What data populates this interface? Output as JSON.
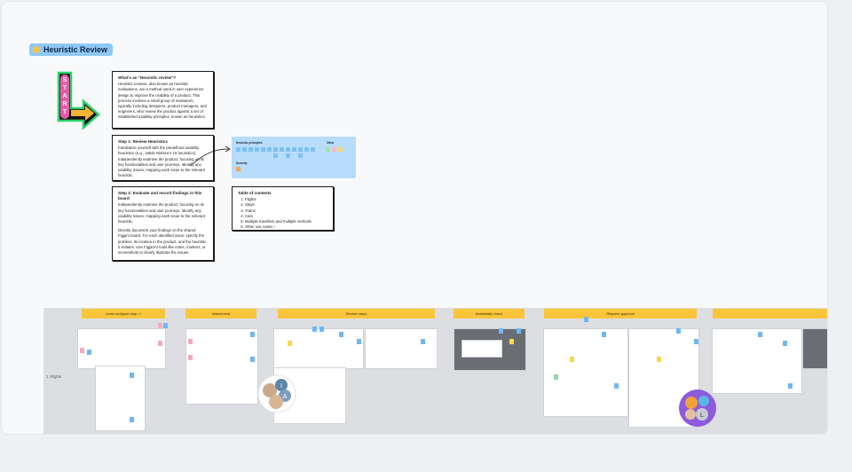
{
  "section": {
    "title": "Heuristic Review"
  },
  "start_sign": {
    "letters": [
      "S",
      "T",
      "A",
      "R",
      "T"
    ]
  },
  "cards": {
    "what": {
      "heading": "What's an \"Heuristic review\"?",
      "body": "Heuristic reviews, also known as heuristic evaluations, are a method used in user experience design to improve the usability of a product. This process involves a small group of evaluators, typically including designers, product managers, and engineers, who review the product against a set of established usability principles, known as heuristics."
    },
    "step1": {
      "heading": "Step 1: Review Heuristics",
      "body": "Familiarize yourself with the predefined usability heuristics (e.g., Jakob Nielsen's 10 heuristics). Independently examine the product, focusing on its key functionalities and user journeys. Identify any usability issues, mapping each issue to the relevant heuristic."
    },
    "step2": {
      "heading": "Step 2: Evaluate and record findings in this board",
      "body1": "Independently examine the product, focusing on its key functionalities and user journeys. Identify any usability issues, mapping each issue to the relevant heuristic.",
      "body2": "Directly document your findings on the shared Figjam board. For each identified issue: specify the problem, its location in the product, and the heuristic it violates. Use Figjam's tools like notes, markers, or screenshots to clearly illustrate the issues."
    }
  },
  "heuristic_board": {
    "principles_label": "Heuristic principles",
    "other_label": "Other",
    "severity_label": "Severity"
  },
  "toc": {
    "heading": "Table of contents",
    "items": [
      "Flights",
      "Stays",
      "Trains",
      "Cars",
      "Multiple travellers and multiple verticals",
      "Other use cases !"
    ]
  },
  "flow": {
    "lane_label": "1. Flights",
    "steps": [
      "Lead configure step ->",
      "Attachment",
      "Review steps",
      "Availability check",
      "Request approval",
      ""
    ]
  },
  "avatars": {
    "group1": [
      "I",
      "A"
    ],
    "group2": [
      "L"
    ]
  },
  "colors": {
    "accent_blue": "#8fc8f7",
    "step_yellow": "#f9c53a",
    "start_green": "#2fd06a",
    "start_pink": "#e85aa8"
  }
}
